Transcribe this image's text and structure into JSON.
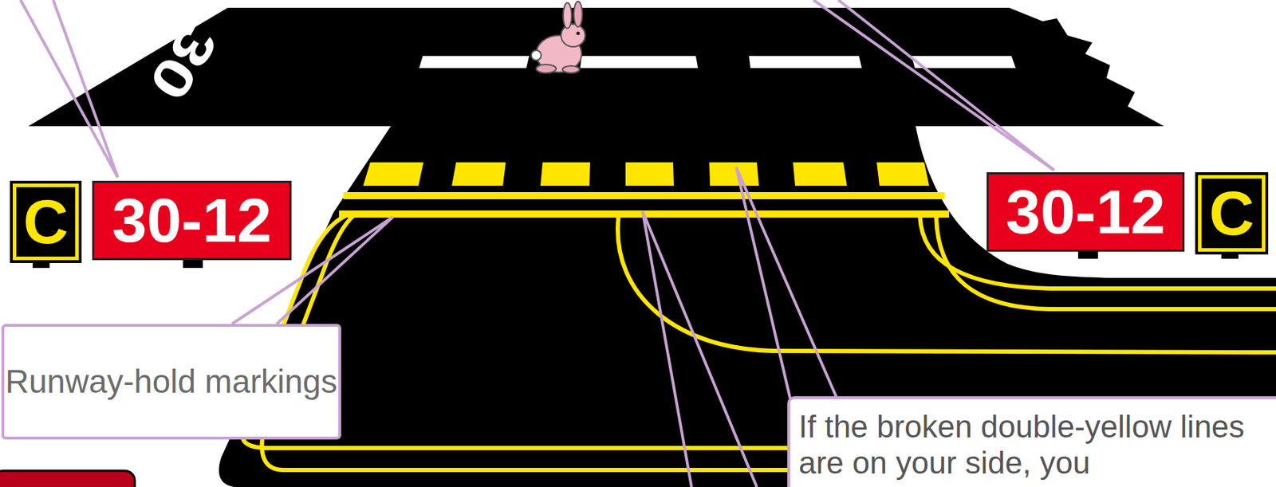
{
  "diagram": {
    "nodes": [
      {
        "text": [
          "C"
        ]
      },
      {
        "text": [
          "30-12"
        ]
      },
      {
        "text": [
          "30-12"
        ]
      },
      {
        "text": [
          "C"
        ]
      },
      {
        "text": [
          "Runway-hold markings"
        ]
      },
      {
        "text": [
          "If the broken double-yellow lines are on your side, you"
        ]
      }
    ],
    "labels": [
      "30"
    ]
  }
}
